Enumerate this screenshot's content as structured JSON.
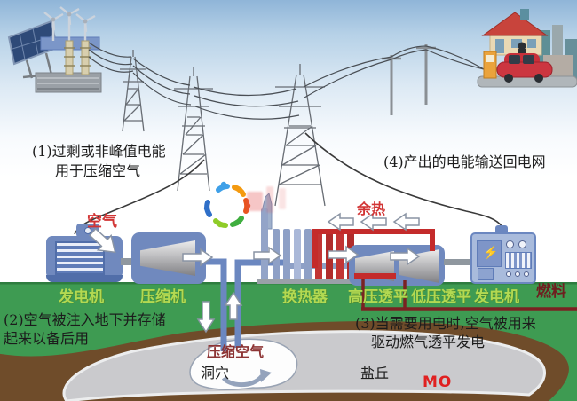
{
  "watermark": {
    "label": "MO"
  },
  "annotations": {
    "step1": {
      "line1": "(1)过剩或非峰值电能",
      "line2": "用于压缩空气"
    },
    "step2": {
      "line1": "(2)空气被注入地下并存储",
      "line2": "起来以备后用"
    },
    "step3": {
      "line1": "(3)当需要用电时,空气被用来",
      "line2": "驱动燃气透平发电"
    },
    "step4": {
      "line1": "(4)产出的电能输送回电网"
    }
  },
  "flow_labels": {
    "air": "空气",
    "waste_heat": "余热"
  },
  "equipment": {
    "generator_left": "发电机",
    "compressor": "压缩机",
    "heat_exchanger": "换热器",
    "hp_turbine": "高压透平",
    "lp_turbine": "低压透平",
    "generator_right": "发电机",
    "fuel": "燃料"
  },
  "underground": {
    "compressed_air": "压缩空气",
    "cavern": "洞穴",
    "salt_dome": "盐丘"
  },
  "colors": {
    "ground_green": "#3E9B52",
    "machine_blue": "#7089BE",
    "pipe_red": "#C42B2B",
    "fuel_dark_red": "#7A2222",
    "earth_brown": "#6F4C2A",
    "salt_dome_gray": "#C9C9CD",
    "equipment_label_green": "#B2D952",
    "flow_label_red": "#D23535"
  }
}
